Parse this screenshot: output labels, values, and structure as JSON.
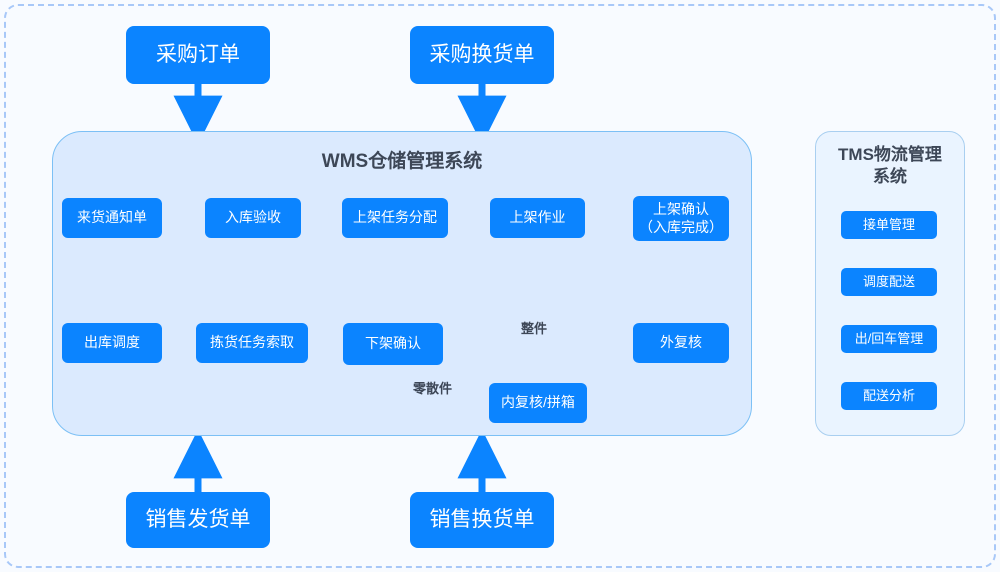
{
  "canvas": {
    "background": "#f8fbff",
    "frame_color": "#a8c8f8"
  },
  "colors": {
    "node_blue": "#0b84ff",
    "arrow_blue": "#0b84ff",
    "wms_panel_fill": "#dbeafe",
    "wms_panel_border": "#7cc0f5",
    "tms_panel_fill": "#eaf4ff",
    "tms_panel_border": "#a9cff0",
    "connector_dark": "#3d3f45",
    "title_text": "#3d4757"
  },
  "inputs_top": [
    {
      "label": "采购订单"
    },
    {
      "label": "采购换货单"
    }
  ],
  "inputs_bottom": [
    {
      "label": "销售发货单"
    },
    {
      "label": "销售换货单"
    }
  ],
  "wms": {
    "title": "WMS仓储管理系统",
    "inbound_flow": [
      {
        "label": "来货通知单"
      },
      {
        "label": "入库验收"
      },
      {
        "label": "上架任务分配"
      },
      {
        "label": "上架作业"
      },
      {
        "label": "上架确认\n（入库完成）"
      }
    ],
    "outbound_flow": [
      {
        "label": "出库调度"
      },
      {
        "label": "拣货任务索取"
      },
      {
        "label": "下架确认"
      },
      {
        "label": "外复核"
      }
    ],
    "consolidation": {
      "label": "内复核/拼箱"
    },
    "edge_labels": {
      "whole_piece": "整件",
      "loose_piece": "零散件"
    }
  },
  "tms": {
    "title": "TMS物流管理\n系统",
    "steps": [
      {
        "label": "接单管理"
      },
      {
        "label": "调度配送"
      },
      {
        "label": "出/回车管理"
      },
      {
        "label": "配送分析"
      }
    ]
  }
}
